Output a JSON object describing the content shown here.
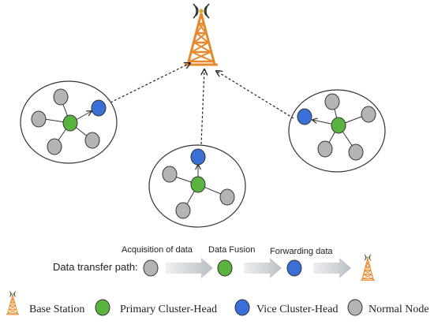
{
  "colors": {
    "primary_cluster_head": "#5bb33f",
    "vice_cluster_head": "#3a6fd8",
    "normal_node": "#b4b4b4",
    "tower": "#e8882c",
    "arrow_grey": "#c4cad1"
  },
  "icons": {
    "tower": "base-station-tower-icon"
  },
  "flow": {
    "path_label": "Data transfer path:",
    "step1_label": "Acquisition of data",
    "step2_label": "Data Fusion",
    "step3_label": "Forwarding data"
  },
  "legend": {
    "base_station": "Base Station",
    "primary_cluster_head": "Primary Cluster-Head",
    "vice_cluster_head": "Vice Cluster-Head",
    "normal_node": "Normal Node"
  }
}
